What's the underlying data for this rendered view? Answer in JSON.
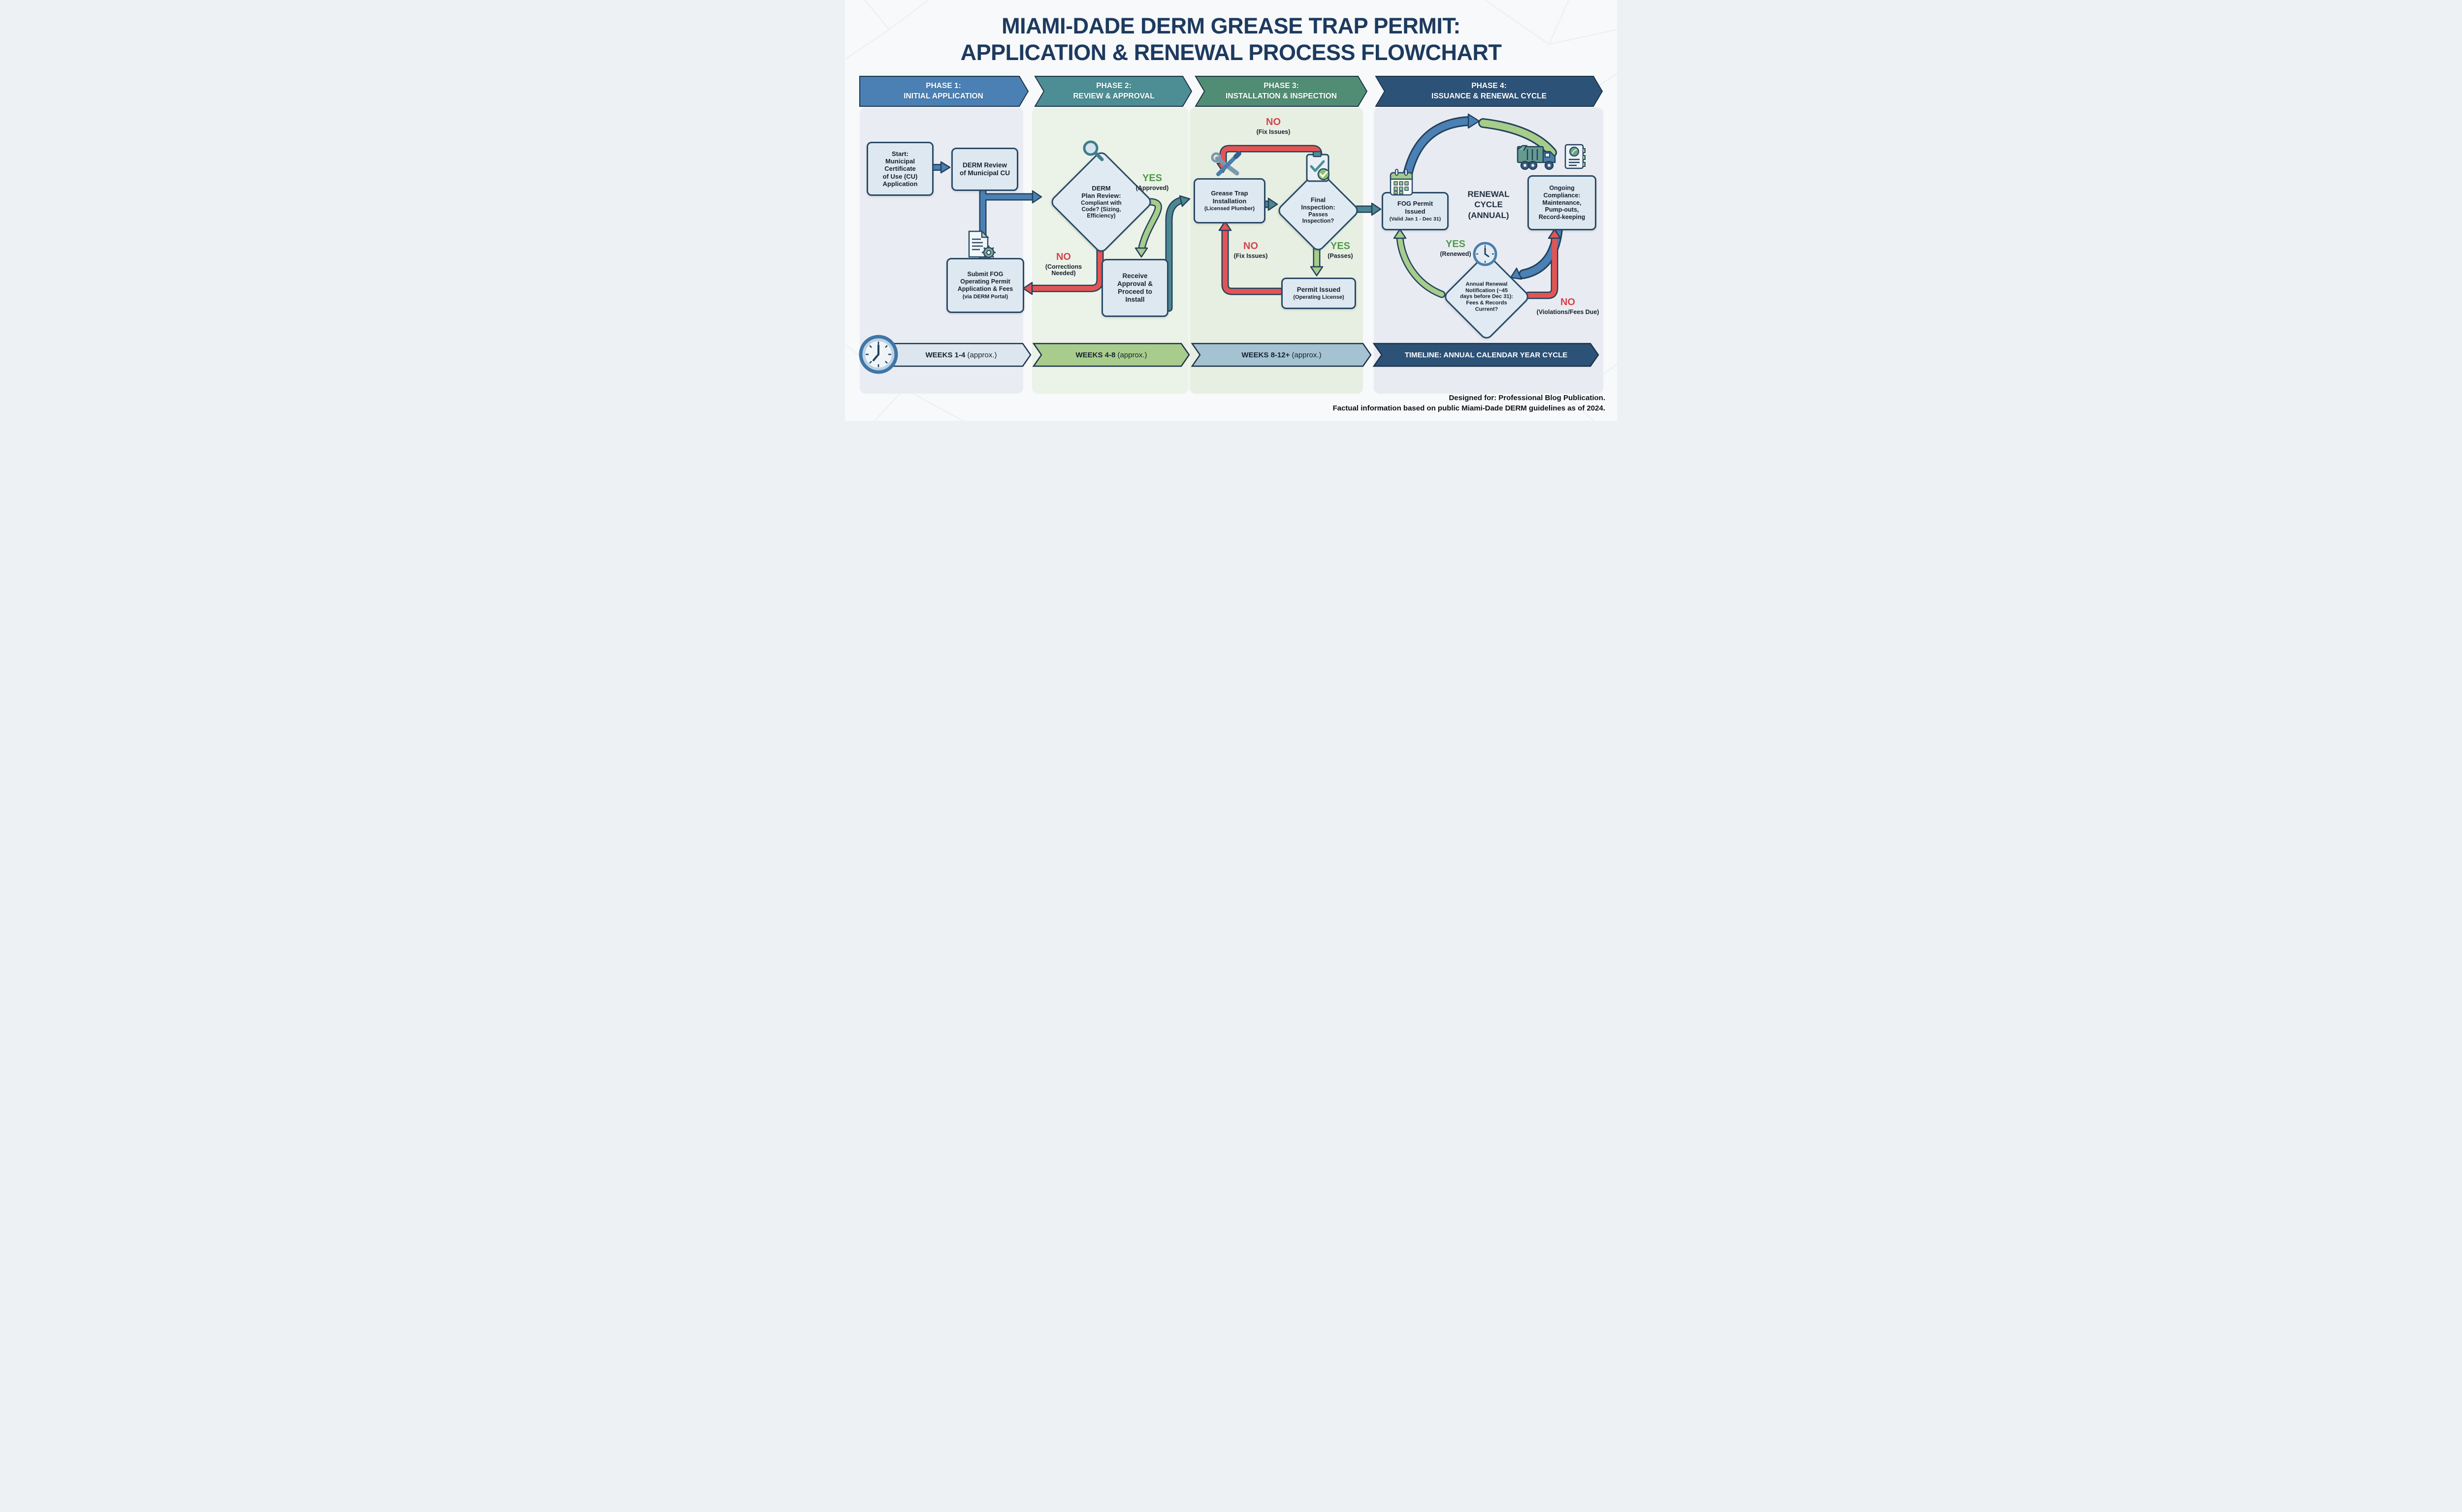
{
  "title": {
    "line1": "MIAMI-DADE DERM GREASE TRAP PERMIT:",
    "line2": "APPLICATION & RENEWAL PROCESS FLOWCHART"
  },
  "phases": [
    {
      "eyebrow": "PHASE 1:",
      "name": "INITIAL APPLICATION",
      "color": "#4a80b4"
    },
    {
      "eyebrow": "PHASE 2:",
      "name": "REVIEW & APPROVAL",
      "color": "#4d8e95"
    },
    {
      "eyebrow": "PHASE 3:",
      "name": "INSTALLATION & INSPECTION",
      "color": "#518d74"
    },
    {
      "eyebrow": "PHASE 4:",
      "name": "ISSUANCE & RENEWAL CYCLE",
      "color": "#2d5278"
    }
  ],
  "phase1": {
    "start_box": "Start:\nMunicipal\nCertificate\nof Use (CU)\nApplication",
    "derm_review_box": "DERM Review\nof Municipal CU",
    "submit_box_main": "Submit FOG\nOperating Permit\nApplication & Fees",
    "submit_box_sub": "(via DERM Portal)"
  },
  "phase2": {
    "diamond_title": "DERM\nPlan Review:",
    "diamond_sub": "Compliant with\nCode? (Sizing,\nEfficiency)",
    "yes": "YES",
    "yes_sub": "(Approved)",
    "no": "NO",
    "no_sub": "(Corrections\nNeeded)",
    "receive_box": "Receive\nApproval &\nProceed to\nInstall"
  },
  "phase3": {
    "install_main": "Grease Trap\nInstallation",
    "install_sub": "(Licensed Plumber)",
    "no_top": "NO",
    "no_top_sub": "(Fix Issues)",
    "diamond_title": "Final\nInspection:",
    "diamond_sub": "Passes\nInspection?",
    "yes": "YES",
    "yes_sub": "(Passes)",
    "no_bottom": "NO",
    "no_bottom_sub": "(Fix Issues)",
    "permit_main": "Permit Issued",
    "permit_sub": "(Operating License)"
  },
  "phase4": {
    "fog_main": "FOG Permit\nIssued",
    "fog_sub": "(Valid Jan 1 - Dec 31)",
    "cycle_label": "RENEWAL\nCYCLE\n(ANNUAL)",
    "compliance_box": "Ongoing\nCompliance:\nMaintenance,\nPump-outs,\nRecord-keeping",
    "diamond_text": "Annual Renewal\nNotification (~45\ndays before Dec 31):\nFees & Records\nCurrent?",
    "yes": "YES",
    "yes_sub": "(Renewed)",
    "no": "NO",
    "no_sub": "(Violations/Fees Due)"
  },
  "timeline": {
    "segments": [
      {
        "bold": "WEEKS 1-4",
        "rest": " (approx.)"
      },
      {
        "bold": "WEEKS 4-8",
        "rest": " (approx.)"
      },
      {
        "bold": "WEEKS 8-12+",
        "rest": " (approx.)"
      },
      {
        "bold": "TIMELINE: ANNUAL CALENDAR YEAR CYCLE",
        "rest": ""
      }
    ]
  },
  "footer": {
    "label": "Designed for:",
    "line1_rest": " Professional Blog Publication.",
    "line2": "Factual information based on public Miami-Dade DERM guidelines as of 2024."
  },
  "icons": {
    "phase1_submit": "document-gear-icon",
    "phase2_diamond": "magnifier-icon",
    "phase3_install": "wrench-tools-icon",
    "phase3_diamond": "clipboard-check-icon",
    "phase4_permit": "calendar-icon",
    "phase4_compliance": "garbage-truck-icon and record-book-icon",
    "phase4_diamond": "clock-icon",
    "timeline": "clock-icon"
  },
  "colors": {
    "navy_outline": "#24415c",
    "title_navy": "#1d3a5f",
    "blue_arrow": "#4a80b4",
    "teal_arrow": "#4b8791",
    "green_arrow": "#a6cd8a",
    "red_arrow": "#e25555",
    "yes_green": "#4f9a47",
    "no_red": "#d6434d",
    "node_fill": "#dde8f1",
    "node_border": "#2b4a66",
    "banner_p1": "#4a80b4",
    "banner_p2": "#4d8e95",
    "banner_p3": "#518d74",
    "banner_p4": "#2d5278"
  }
}
